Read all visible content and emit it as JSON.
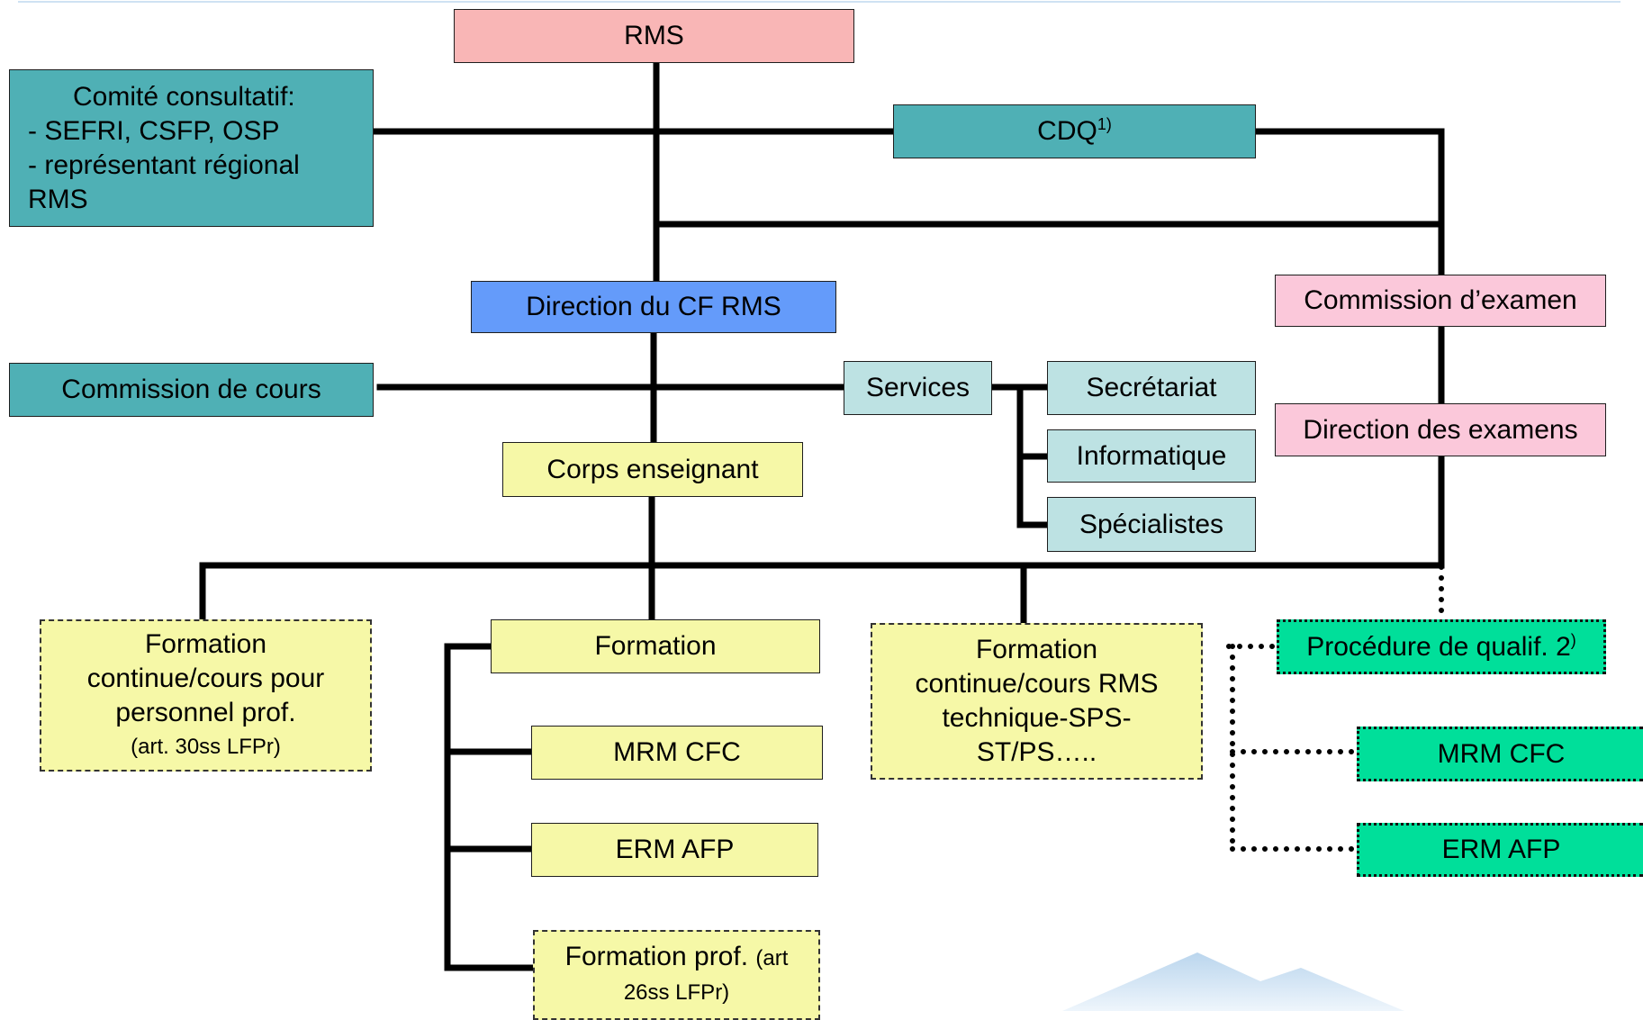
{
  "colors": {
    "rms": "#f9b6b6",
    "advisory": "#4fb0b5",
    "direction": "#649bfa",
    "exam": "#fbc8da",
    "services": "#bde2e3",
    "teaching": "#f6f8a7",
    "qualification": "#00df9a"
  },
  "nodes": {
    "rms": "RMS",
    "comite": {
      "line1": "Comité consultatif:",
      "line2": "- SEFRI, CSFP, OSP",
      "line3": "- représentant régional",
      "line4": "RMS"
    },
    "cdq": {
      "label": "CDQ",
      "sup": "1)"
    },
    "direction": "Direction du CF RMS",
    "commission_examen": "Commission d’examen",
    "commission_cours": "Commission de cours",
    "services": "Services",
    "secretariat": "Secrétariat",
    "direction_examens": "Direction des examens",
    "informatique": "Informatique",
    "corps": "Corps enseignant",
    "specialistes": "Spécialistes",
    "fc_personnel": {
      "line1": "Formation",
      "line2": "continue/cours pour",
      "line3": "personnel prof.",
      "line4": "(art. 30ss LFPr)"
    },
    "formation": "Formation",
    "fc_rms": {
      "line1": "Formation",
      "line2": "continue/cours RMS",
      "line3": "technique-SPS-",
      "line4": "ST/PS….."
    },
    "procedure": {
      "label": "Procédure de qualif. 2",
      "sup": ")"
    },
    "mrm_cfc": "MRM CFC",
    "erm_afp": "ERM AFP",
    "formation_prof": {
      "main": "Formation prof. ",
      "small1": "(art",
      "small2": "26ss LFPr)"
    },
    "mrm_cfc_q": "MRM CFC",
    "erm_afp_q": "ERM AFP"
  }
}
